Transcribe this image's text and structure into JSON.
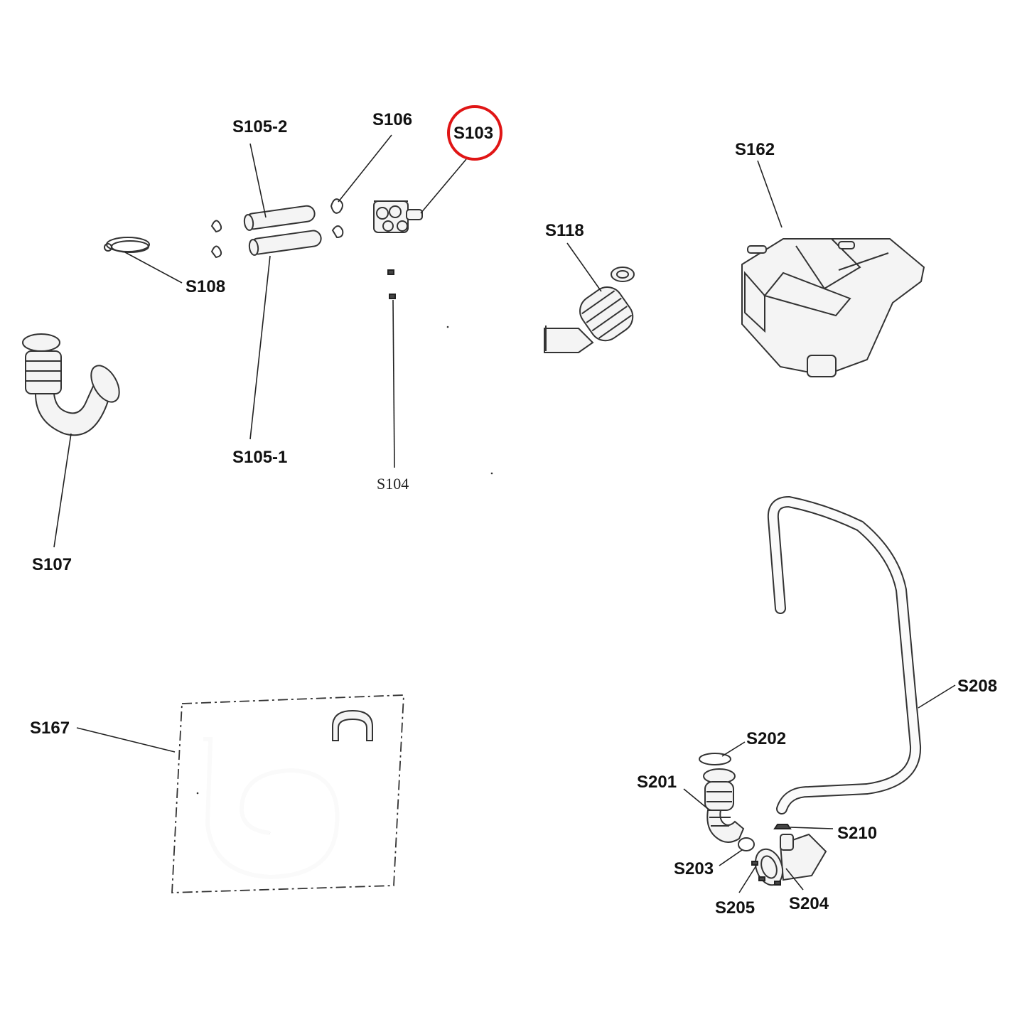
{
  "diagram": {
    "highlight_color": "#e01515",
    "highlighted_label": "S103",
    "labels": {
      "s105_2": "S105-2",
      "s106": "S106",
      "s103": "S103",
      "s162": "S162",
      "s118": "S118",
      "s108": "S108",
      "s105_1": "S105-1",
      "s104": "S104",
      "s107": "S107",
      "s167": "S167",
      "s208": "S208",
      "s202": "S202",
      "s201": "S201",
      "s210": "S210",
      "s203": "S203",
      "s204": "S204",
      "s205": "S205"
    },
    "parts": {
      "s105_2": "hose-tube",
      "s106": "hose-clamp",
      "s103": "water-inlet-valve",
      "s162": "detergent-dispenser",
      "s118": "bellows-hose",
      "s108": "spring-clamp",
      "s105_1": "hose-tube",
      "s104": "screw",
      "s107": "drain-bellows-hose",
      "s167": "drain-hose-kit",
      "s208": "drain-hose",
      "s202": "clamp",
      "s201": "bellows-hose",
      "s210": "clip",
      "s203": "clamp",
      "s204": "drain-pump",
      "s205": "screw"
    }
  }
}
